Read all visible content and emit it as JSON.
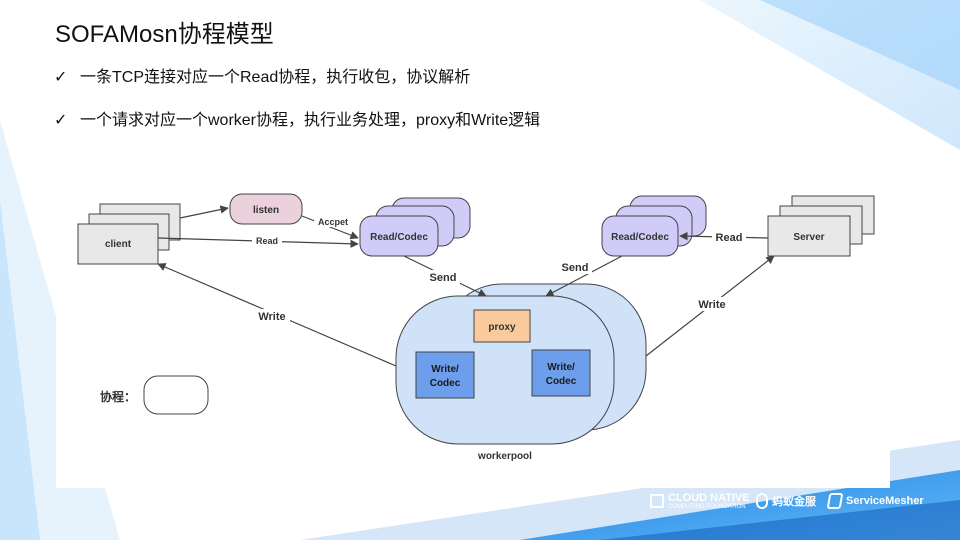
{
  "slide": {
    "title": "SOFAMosn协程模型",
    "bullets": [
      {
        "check": "✓",
        "text": "一条TCP连接对应一个Read协程，执行收包，协议解析"
      },
      {
        "check": "✓",
        "text": "一个请求对应一个worker协程，执行业务处理，proxy和Write逻辑"
      }
    ]
  },
  "diagram": {
    "nodes": {
      "client": "client",
      "listen": "listen",
      "read_codec_left": "Read/Codec",
      "read_codec_right": "Read/Codec",
      "server": "Server",
      "proxy": "proxy",
      "write_codec_left_1": "Write/",
      "write_codec_left_2": "Codec",
      "write_codec_right_1": "Write/",
      "write_codec_right_2": "Codec",
      "workerpool": "workerpool"
    },
    "edges": {
      "accpet": "Accpet",
      "read_left": "Read",
      "read_right": "Read",
      "send_left": "Send",
      "send_right": "Send",
      "write_left": "Write",
      "write_right": "Write"
    },
    "legend": {
      "label": "协程："
    },
    "colors": {
      "listen_fill": "#ead1dc",
      "read_fill": "#d0ccf7",
      "worker_fill": "#cfe2f7",
      "proxy_fill": "#f9cb9c",
      "codec_fill": "#6d9eeb",
      "box_fill": "#e8e8e8"
    }
  },
  "footer": {
    "logo1_line1": "CLOUD NATIVE",
    "logo1_line2": "COMPUTING FOUNDATION",
    "logo2": "蚂蚁金服",
    "logo3": "ServiceMesher"
  }
}
